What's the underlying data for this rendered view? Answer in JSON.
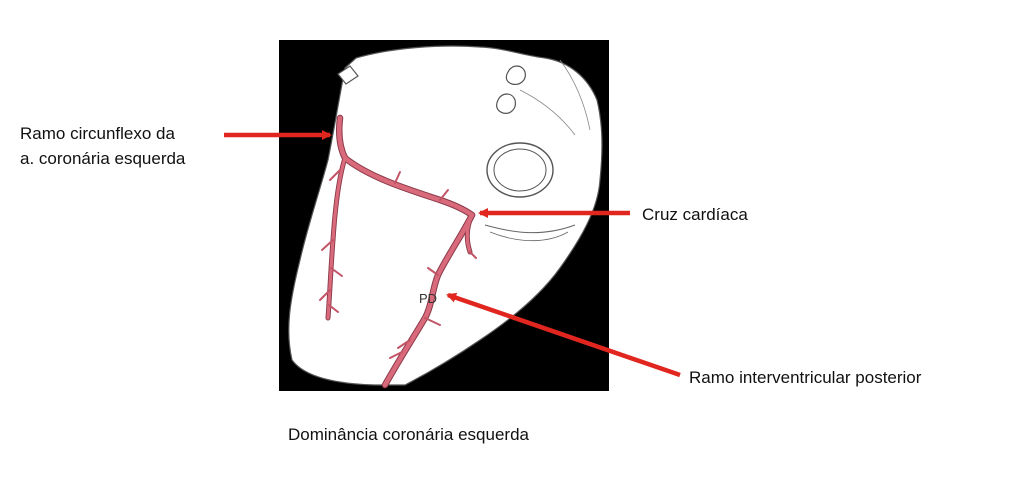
{
  "labels": {
    "circunflexo_line1": "Ramo circunflexo da",
    "circunflexo_line2": "a. coronária esquerda",
    "cruz": "Cruz cardíaca",
    "interventricular": "Ramo interventricular posterior",
    "pdt_marker": "PD"
  },
  "caption": "Dominância coronária esquerda",
  "colors": {
    "arrow": "#e0261f",
    "artery": "#d96a7c",
    "artery_stroke": "#8a3a48",
    "background_panel": "#000000",
    "heart_fill": "#ffffff",
    "heart_stroke": "#555555"
  }
}
